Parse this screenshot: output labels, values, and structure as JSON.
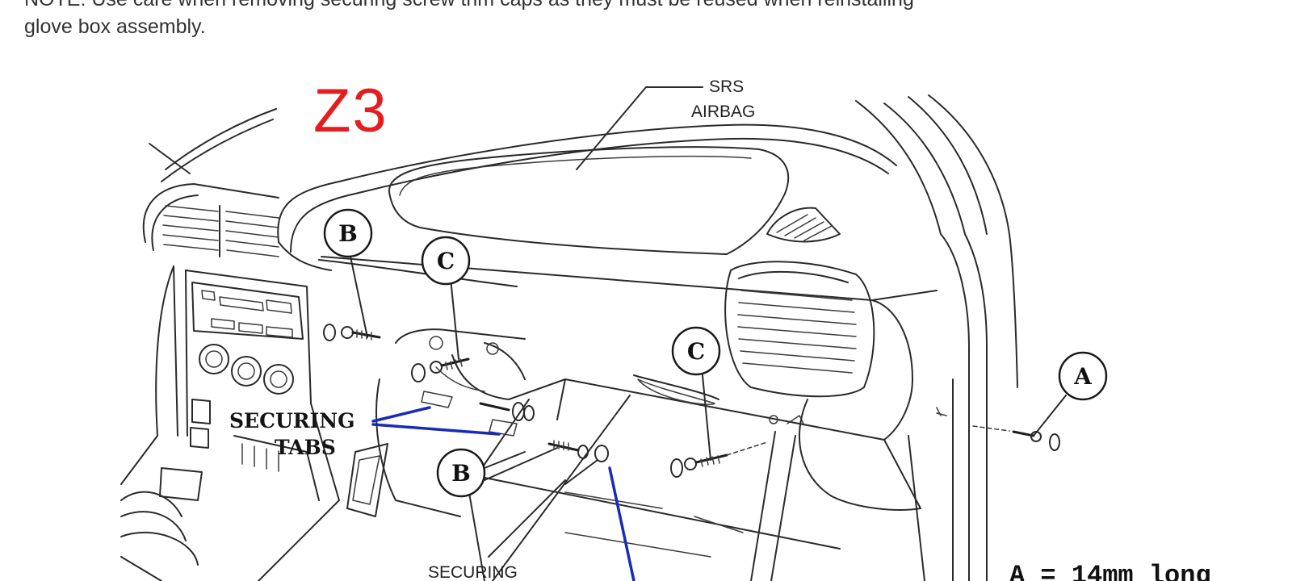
{
  "note": {
    "line1": "NOTE: Use care when removing securing screw trim caps as they must be reused when reinstalling",
    "line2": "glove box assembly."
  },
  "diagram": {
    "model_label": "Z3",
    "srs_label_line1": "SRS",
    "srs_label_line2": "AIRBAG",
    "securing_tabs_line1": "SECURING",
    "securing_tabs_line2": "TABS",
    "securing_bottom_label": "SECURING",
    "legend_text": "A = 14mm long",
    "callouts": [
      "B",
      "C",
      "C",
      "A",
      "B"
    ],
    "colors": {
      "model_label": "#e41e1e",
      "arrows": "#1a2ab8",
      "linework": "#2a2a2a"
    }
  }
}
